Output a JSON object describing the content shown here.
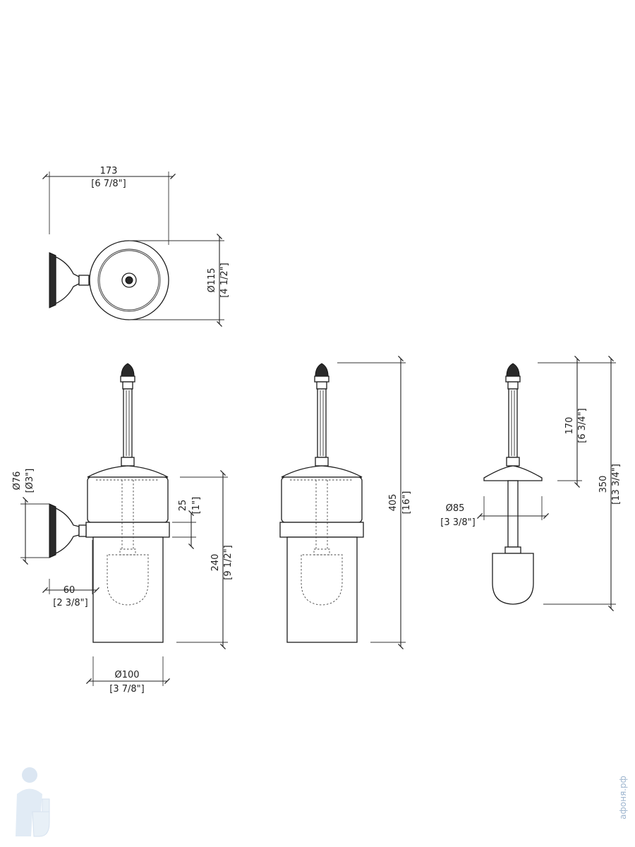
{
  "dimensions": {
    "top_width": {
      "mm": "173",
      "in": "[6 7/8\"]"
    },
    "top_diameter": {
      "mm": "Ø115",
      "in": "[4 1/2\"]"
    },
    "flange_diameter": {
      "mm": "Ø76",
      "in": "[Ø3\"]"
    },
    "wall_offset": {
      "mm": "60",
      "in": "[2 3/8\"]"
    },
    "cup_diameter": {
      "mm": "Ø100",
      "in": "[3 7/8\"]"
    },
    "collar_height": {
      "mm": "25",
      "in": "[1\"]"
    },
    "holder_height": {
      "mm": "240",
      "in": "[9 1/2\"]"
    },
    "total_height": {
      "mm": "405",
      "in": "[16\"]"
    },
    "lid_diameter": {
      "mm": "Ø85",
      "in": "[3 3/8\"]"
    },
    "handle_length": {
      "mm": "170",
      "in": "[6 3/4\"]"
    },
    "brush_length": {
      "mm": "350",
      "in": "[13 3/4\"]"
    }
  },
  "watermark": {
    "text": "афоня.рф"
  }
}
